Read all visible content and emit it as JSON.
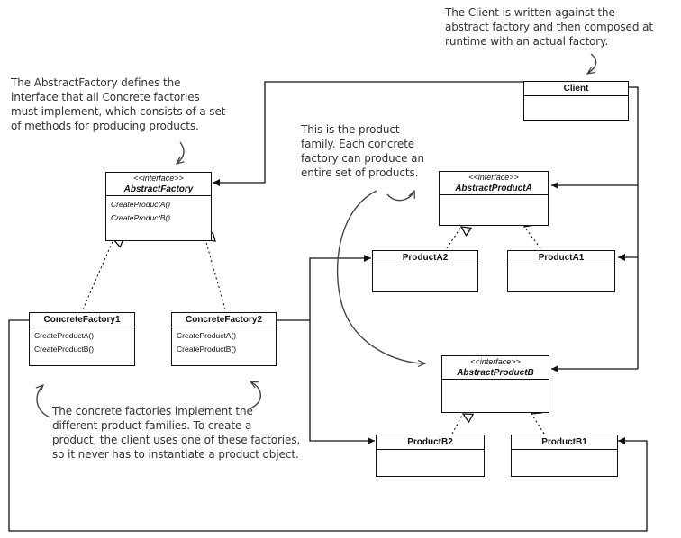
{
  "classes": {
    "client": {
      "name": "Client"
    },
    "abstract_factory": {
      "stereotype": "<<interface>>",
      "name": "AbstractFactory",
      "methods": [
        "CreateProductA()",
        "CreateProductB()"
      ]
    },
    "concrete_factory1": {
      "name": "ConcreteFactory1",
      "methods": [
        "CreateProductA()",
        "CreateProductB()"
      ]
    },
    "concrete_factory2": {
      "name": "ConcreteFactory2",
      "methods": [
        "CreateProductA()",
        "CreateProductB()"
      ]
    },
    "abstract_product_a": {
      "stereotype": "<<interface>>",
      "name": "AbstractProductA"
    },
    "abstract_product_b": {
      "stereotype": "<<interface>>",
      "name": "AbstractProductB"
    },
    "product_a1": {
      "name": "ProductA1"
    },
    "product_a2": {
      "name": "ProductA2"
    },
    "product_b1": {
      "name": "ProductB1"
    },
    "product_b2": {
      "name": "ProductB2"
    }
  },
  "notes": {
    "client_note": [
      "The Client is written against the",
      "abstract factory and then composed at",
      "runtime with an actual factory."
    ],
    "abstract_factory_note": [
      "The AbstractFactory defines the",
      "interface that all Concrete factories",
      "must implement, which consists of a set",
      "of methods for producing products."
    ],
    "product_family_note": [
      "This is the product",
      "family.  Each concrete",
      "factory can produce an",
      "entire set of products."
    ],
    "concrete_factories_note": [
      "The concrete factories implement the",
      "different product families.  To create a",
      "product, the client uses one of these factories,",
      "so it never has to instantiate a product object."
    ]
  }
}
